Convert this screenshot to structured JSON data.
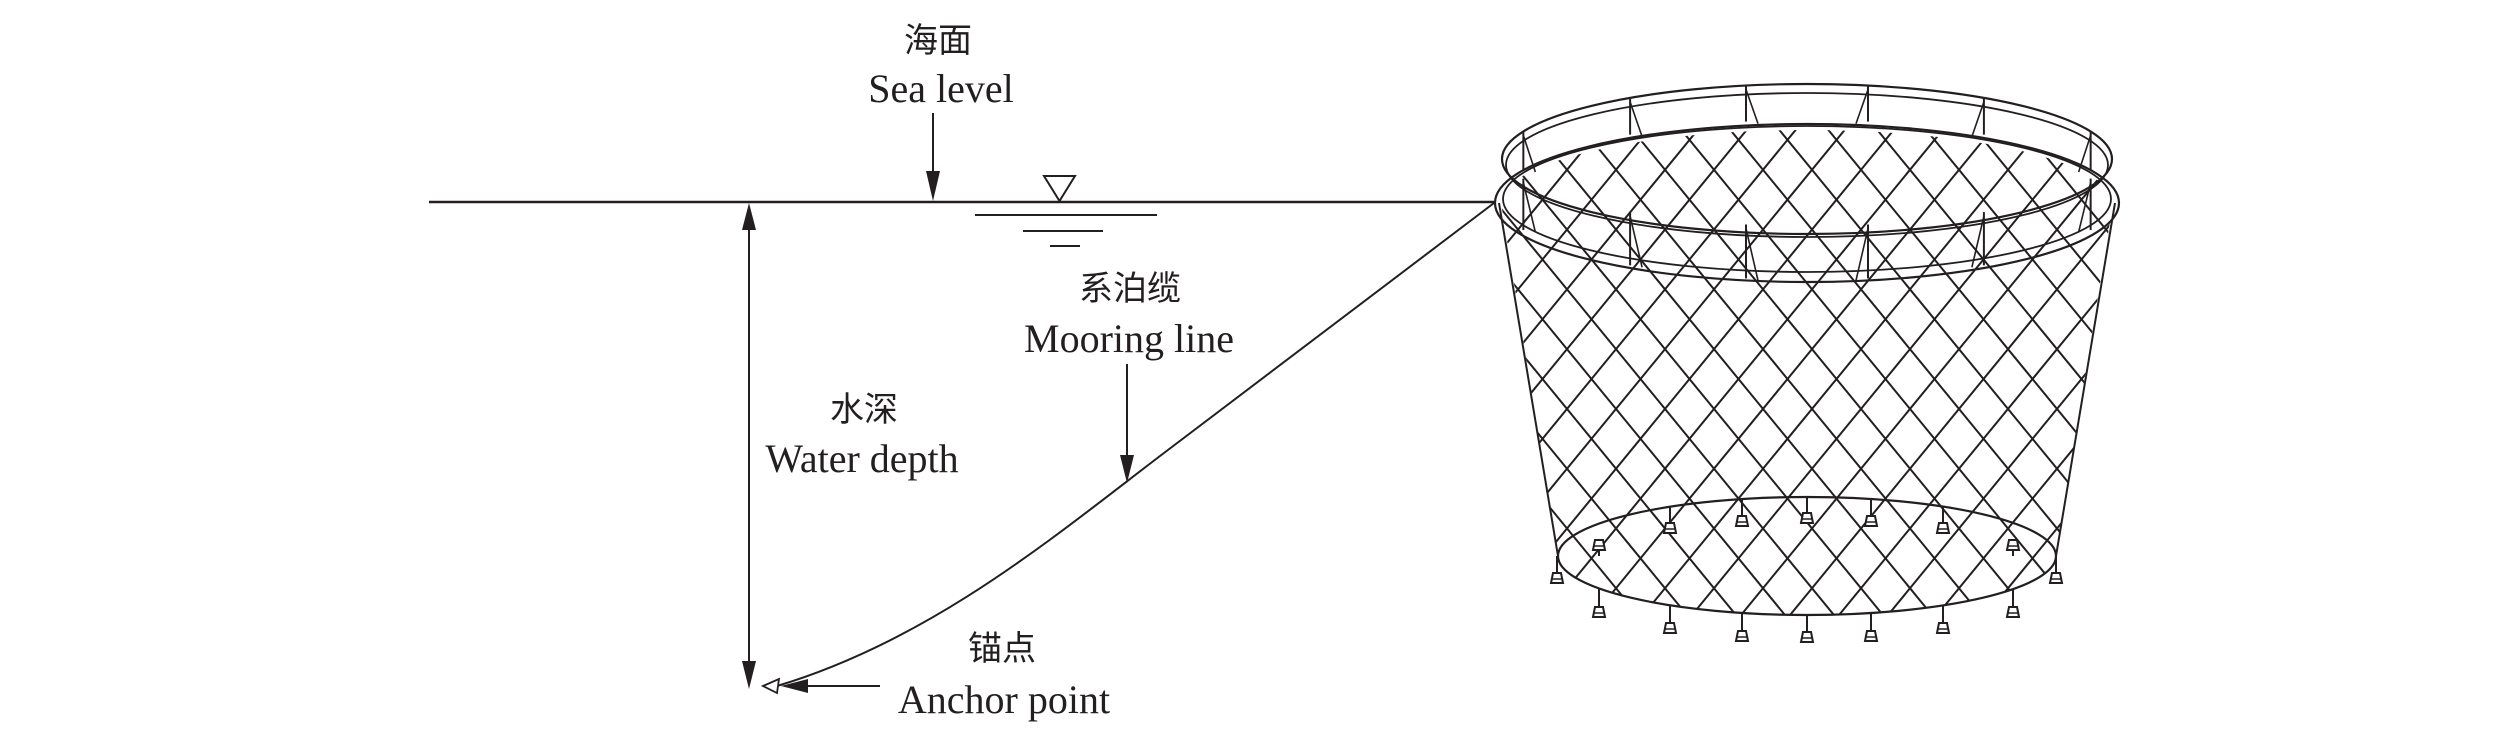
{
  "figure": {
    "title": "Floating net cage with mooring line",
    "colors": {
      "ink": "#231f20",
      "background": "#ffffff"
    },
    "labels": {
      "sea_level": {
        "zh": "海面",
        "en": "Sea level"
      },
      "mooring_line": {
        "zh": "系泊缆",
        "en": "Mooring line"
      },
      "water_depth": {
        "zh": "水深",
        "en": "Water depth"
      },
      "anchor_point": {
        "zh": "锚点",
        "en": "Anchor point"
      }
    },
    "symbols": [
      "water-level-symbol",
      "double-headed-depth-arrow",
      "anchor-point-marker"
    ],
    "cage": {
      "parts": [
        "handrail-ring",
        "floating-ring",
        "stanchions",
        "net-wall",
        "bottom-ring",
        "sinker-weights"
      ],
      "stanchion_count_visible": 10,
      "sinker_weight_count": 16
    }
  }
}
